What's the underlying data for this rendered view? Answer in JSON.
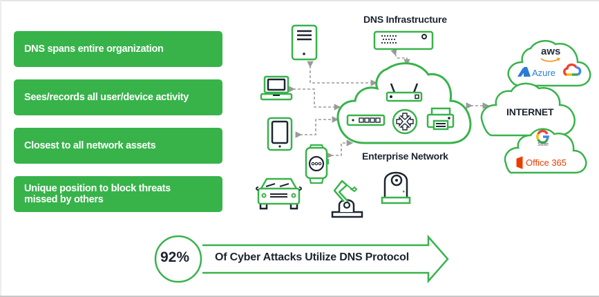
{
  "benefits": [
    {
      "label": "DNS spans entire organization"
    },
    {
      "label": "Sees/records all user/device activity"
    },
    {
      "label": "Closest to all network assets"
    },
    {
      "label": "Unique position to block threats missed by others"
    }
  ],
  "diagram": {
    "dns_infrastructure_label": "DNS Infrastructure",
    "enterprise_network_label": "Enterprise Network",
    "internet_label": "INTERNET",
    "cloud_services": {
      "aws": "aws",
      "azure": "Azure",
      "gsuite": "Suite",
      "office": "Office 365"
    },
    "devices": [
      "server",
      "laptop",
      "tablet",
      "smartwatch",
      "car",
      "robotic-arm",
      "security-camera"
    ],
    "network_devices": [
      "wireless-router",
      "network-switch",
      "router",
      "printer"
    ]
  },
  "stat": {
    "value": "92%",
    "text": "Of Cyber Attacks Utilize DNS Protocol"
  },
  "colors": {
    "accent_green": "#37b34a",
    "dark": "#1c2430",
    "connector_gray": "#9a9a9a"
  }
}
